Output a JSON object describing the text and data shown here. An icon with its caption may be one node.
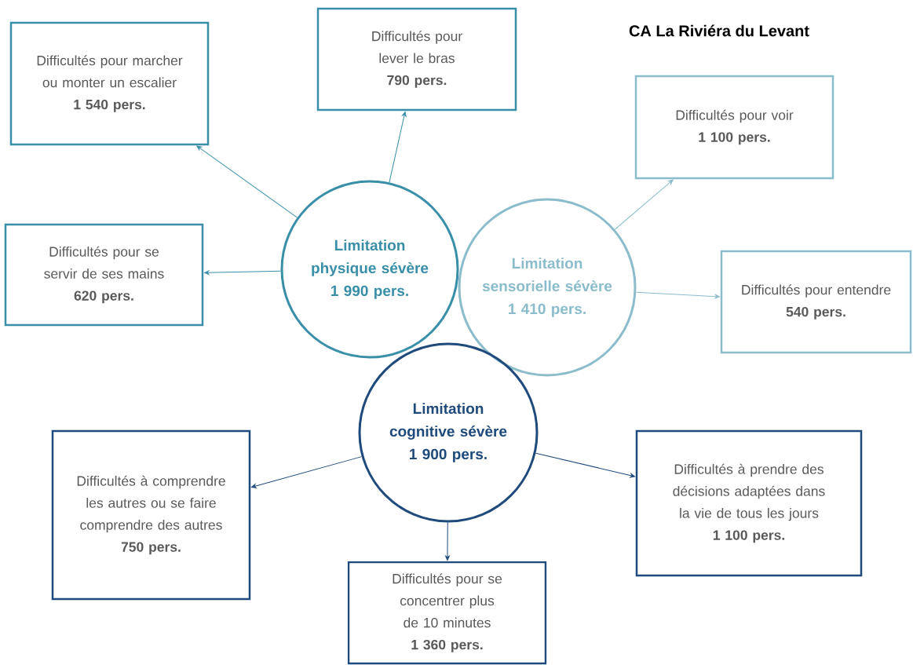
{
  "diagram": {
    "title": "CA La Riviéra du Levant",
    "nodes": [
      {
        "text": [
          "Limitation physique sévère",
          "1 990 pers."
        ]
      },
      {
        "text": [
          "Limitation sensorielle sévère",
          "1 410 pers."
        ]
      },
      {
        "text": [
          "Limitation cognitive sévère",
          "1 900 pers."
        ]
      },
      {
        "text": [
          "Difficultés pour marcher ou monter un escalier",
          "1 540 pers."
        ]
      },
      {
        "text": [
          "Difficultés pour lever le bras",
          "790 pers."
        ]
      },
      {
        "text": [
          "Difficultés pour se servir de ses mains",
          "620 pers."
        ]
      },
      {
        "text": [
          "Difficultés pour voir",
          "1 100 pers."
        ]
      },
      {
        "text": [
          "Difficultés pour entendre",
          "540 pers."
        ]
      },
      {
        "text": [
          "Difficultés à comprendre les autres ou se faire comprendre des autres",
          "750 pers."
        ]
      },
      {
        "text": [
          "Difficultés pour se concentrer plus de 10 minutes",
          "1 360 pers."
        ]
      },
      {
        "text": [
          "Difficultés à prendre des décisions adaptées dans la vie de tous les jours",
          "1 100 pers."
        ]
      }
    ],
    "edges": [
      {
        "from": 0,
        "to": 3,
        "arrow": "to",
        "color": "#3a8fa8"
      },
      {
        "from": 0,
        "to": 4,
        "arrow": "to",
        "color": "#3a8fa8"
      },
      {
        "from": 0,
        "to": 5,
        "arrow": "to",
        "color": "#3a8fa8"
      },
      {
        "from": 1,
        "to": 6,
        "arrow": "to",
        "color": "#8bbccc"
      },
      {
        "from": 1,
        "to": 7,
        "arrow": "to",
        "color": "#8bbccc"
      },
      {
        "from": 2,
        "to": 8,
        "arrow": "to",
        "color": "#1f4a7c"
      },
      {
        "from": 2,
        "to": 9,
        "arrow": "to",
        "color": "#1f4a7c"
      },
      {
        "from": 2,
        "to": 10,
        "arrow": "to",
        "color": "#1f4a7c"
      }
    ]
  }
}
